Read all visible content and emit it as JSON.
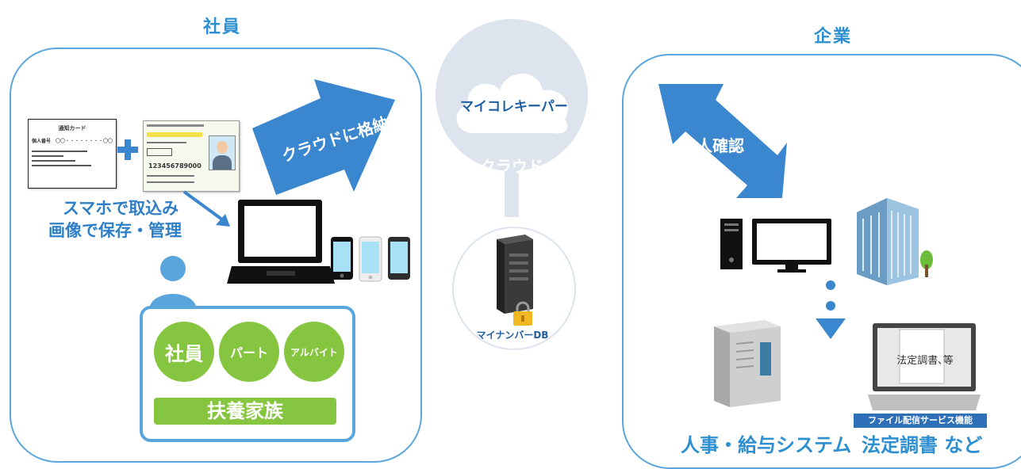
{
  "employee": {
    "title": "社員",
    "arrow_label": "クラウドに格納",
    "capture_text_line1": "スマホで取込み",
    "capture_text_line2": "画像で保存・管理",
    "card_title": "通知カード",
    "card_number_label": "個人番号",
    "card_number_value": "〇〇・・・・・・・・〇〇",
    "license_number": "123456789000",
    "categories": [
      "社員",
      "パート",
      "アルバイト"
    ],
    "family_label": "扶養家族"
  },
  "cloud": {
    "service_name": "マイコレキーパー",
    "cloud_label": "クラウド",
    "db_label": "マイナンバーDB"
  },
  "company": {
    "title": "企業",
    "arrow_label": "本人確認",
    "doc_label": "法定調書､等",
    "file_service_badge": "ファイル配信サービス機能",
    "hr_system_label": "人事・給与システム",
    "legal_docs_label": "法定調書 など"
  },
  "colors": {
    "accent_blue": "#2e8fd0",
    "arrow_blue": "#3a86cf",
    "panel_border": "#5aa6dc",
    "green": "#86c540",
    "cloud_gray": "#dde4ee"
  }
}
